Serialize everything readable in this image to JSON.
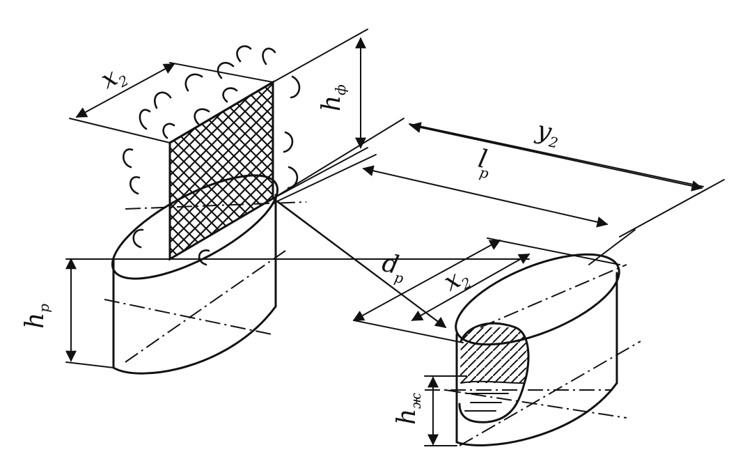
{
  "labels": {
    "x2_top": {
      "main": "x",
      "sub": "2"
    },
    "h_phi": {
      "main": "h",
      "sub": "ф"
    },
    "y2": {
      "main": "y",
      "sub": "2"
    },
    "lp": {
      "main": "l",
      "sub": "p"
    },
    "dp": {
      "main": "d",
      "sub": "p"
    },
    "x2_right": {
      "main": "x",
      "sub": "2"
    },
    "hp": {
      "main": "h",
      "sub": "p"
    },
    "hzh": {
      "main": "h",
      "sub": "ж"
    }
  }
}
